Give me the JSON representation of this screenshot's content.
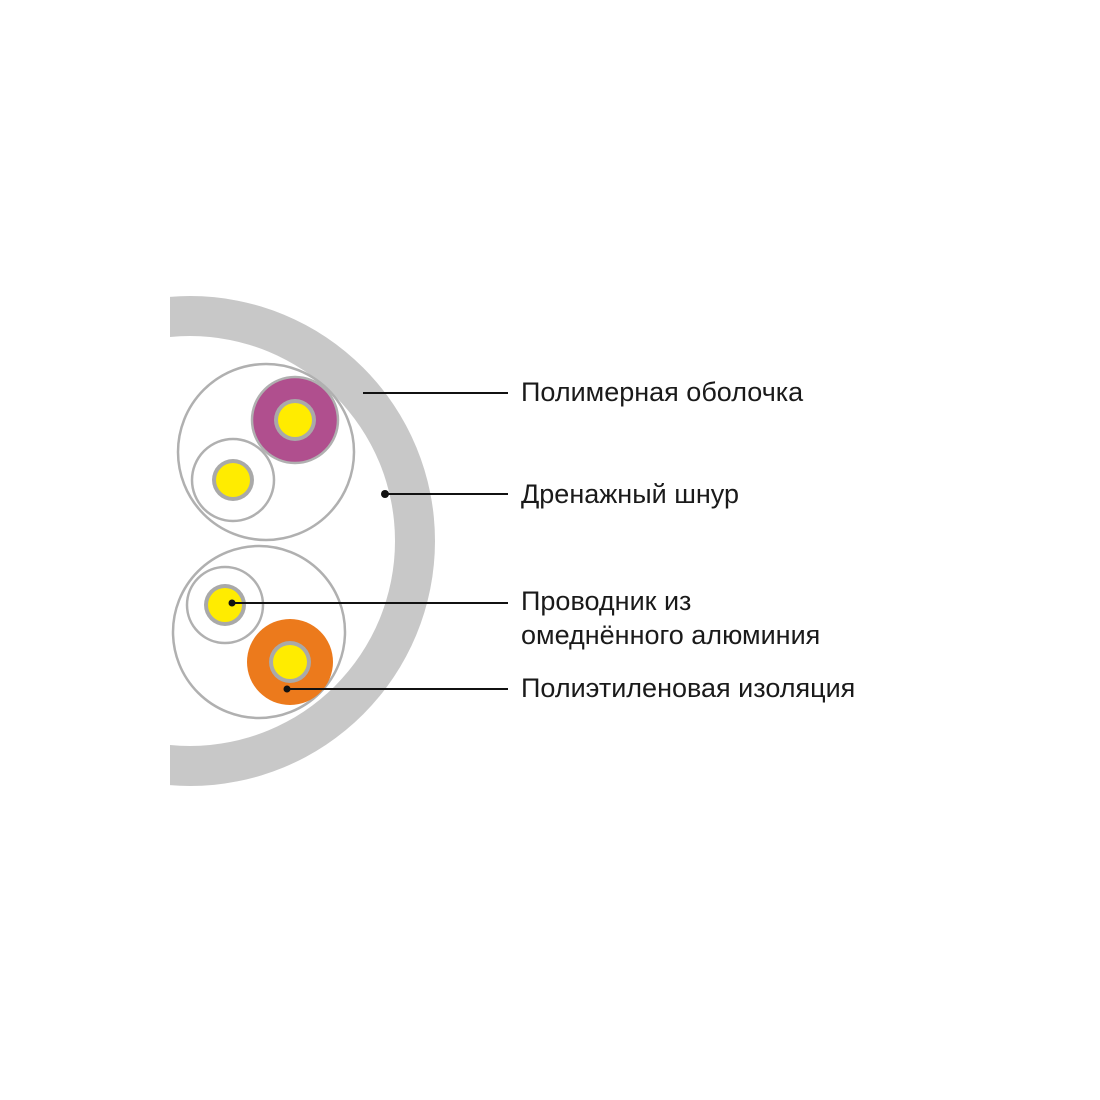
{
  "callouts": {
    "sheath": "Полимерная оболочка",
    "drain_wire": "Дренажный шнур",
    "conductor_line1": "Проводник из",
    "conductor_line2": "омеднённого алюминия",
    "insulation": "Полиэтиленовая изоляция"
  },
  "colors": {
    "sheath": "#c8c8c8",
    "inner_fill": "#ffffff",
    "outline": "#b0b0b0",
    "conductor": "#ffec00",
    "conductor_ring": "#a9a9a9",
    "insulation_purple": "#b04f8e",
    "insulation_orange": "#ec7a1c",
    "leader_line": "#111111"
  }
}
